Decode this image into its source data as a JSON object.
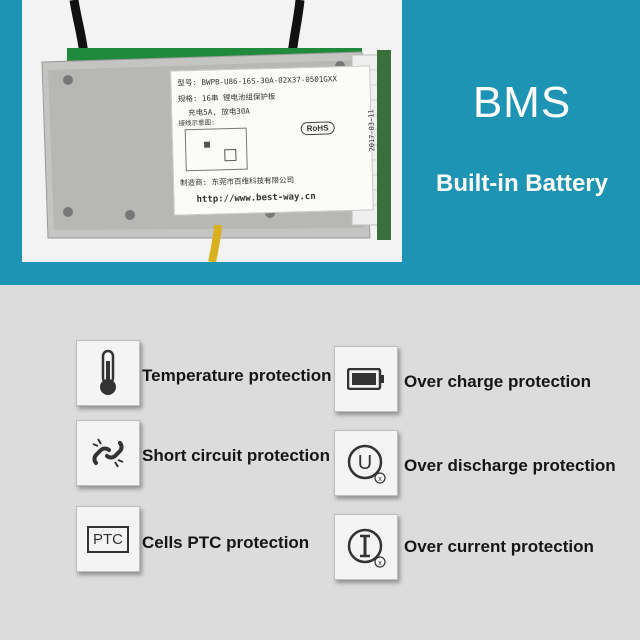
{
  "photo": {
    "model_line": "型号: BWPB-U86-16S-30A-02X37-0501GXX",
    "spec_line": "规格: 16串 锂电池组保护板",
    "current_line": "充电5A, 放电30A",
    "diagram_label": "接线示意图:",
    "rohs": "RoHS",
    "date_line": "2017-03-11",
    "maker_line": "制造商: 东莞市百维科技有限公司",
    "url": "http://www.best-way.cn"
  },
  "banner": {
    "title": "BMS",
    "subtitle": "Built-in Battery",
    "color": "#1d94b4"
  },
  "features": [
    {
      "label": "Temperature protection",
      "icon": "thermometer-icon"
    },
    {
      "label": "Over charge protection",
      "icon": "battery-icon"
    },
    {
      "label": "Short circuit protection",
      "icon": "broken-chain-icon"
    },
    {
      "label": "Over discharge protection",
      "icon": "voltage-u-icon"
    },
    {
      "label": "Cells PTC protection",
      "icon": "ptc-icon",
      "icon_text": "PTC"
    },
    {
      "label": "Over current protection",
      "icon": "current-i-icon"
    }
  ]
}
